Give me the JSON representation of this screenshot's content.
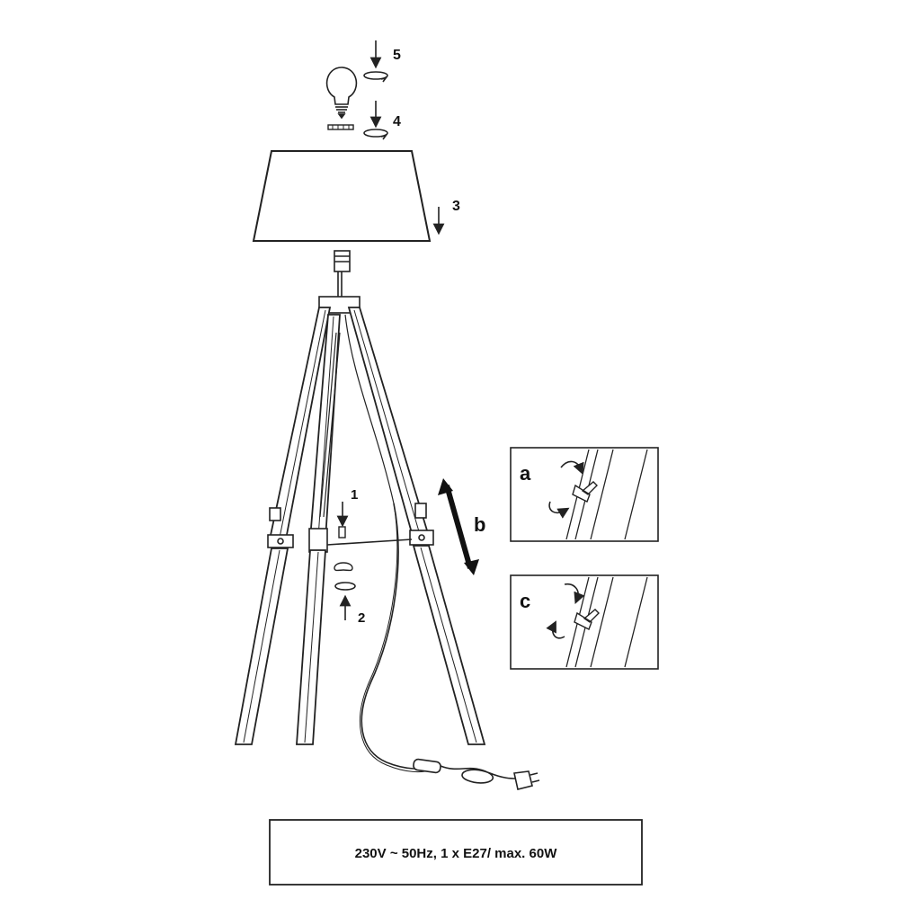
{
  "steps": {
    "s1": "1",
    "s2": "2",
    "s3": "3",
    "s4": "4",
    "s5": "5"
  },
  "details": {
    "a": "a",
    "b": "b",
    "c": "c"
  },
  "spec": "230V ~ 50Hz, 1 x E27/ max. 60W",
  "colors": {
    "line": "#222222",
    "background": "#ffffff"
  }
}
